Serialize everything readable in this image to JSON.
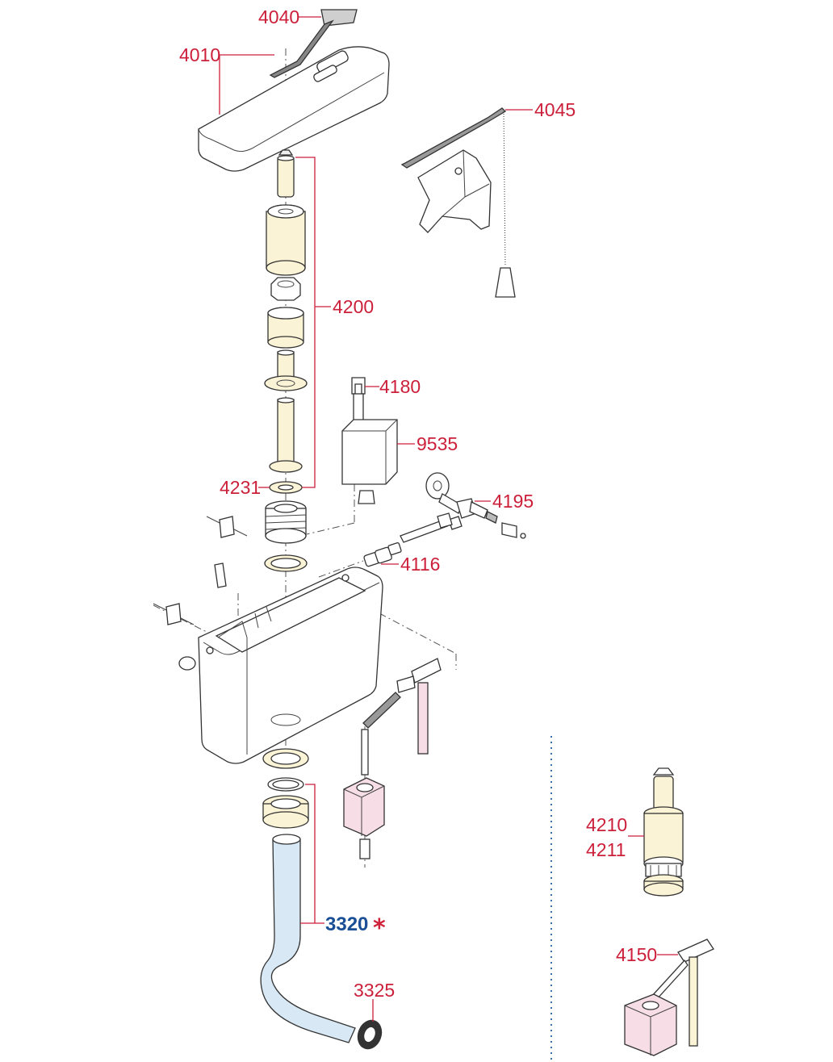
{
  "diagram": {
    "parts": [
      {
        "id": "p4040",
        "label": "4040"
      },
      {
        "id": "p4010",
        "label": "4010"
      },
      {
        "id": "p4045",
        "label": "4045"
      },
      {
        "id": "p4200",
        "label": "4200"
      },
      {
        "id": "p4180",
        "label": "4180"
      },
      {
        "id": "p9535",
        "label": "9535"
      },
      {
        "id": "p4231",
        "label": "4231"
      },
      {
        "id": "p4195",
        "label": "4195"
      },
      {
        "id": "p4116",
        "label": "4116"
      },
      {
        "id": "p4210",
        "label": "4210"
      },
      {
        "id": "p4211",
        "label": "4211"
      },
      {
        "id": "p3320",
        "label": "3320",
        "marker": "*"
      },
      {
        "id": "p3325",
        "label": "3325"
      },
      {
        "id": "p4150",
        "label": "4150"
      }
    ],
    "colors": {
      "label_red": "#cc1f3a",
      "label_blue": "#1a4f96",
      "cream": "#fbf3d5",
      "pink": "#f6dde6",
      "pipe_blue": "#d8e9f5",
      "separator": "#3a6fb0"
    }
  }
}
